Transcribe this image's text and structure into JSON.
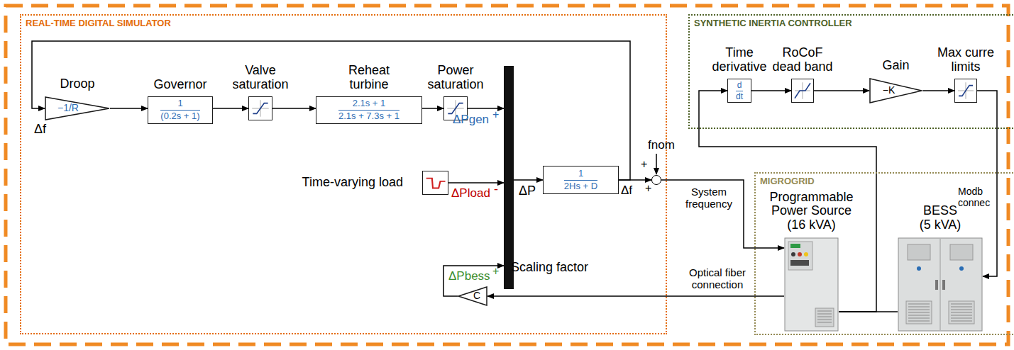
{
  "diagram": {
    "nodes": [
      {
        "text": [
          "REAL-TIME DIGITAL SIMULATOR"
        ]
      },
      {
        "text": [
          "Droop",
          "−1/R"
        ],
        "in": 0
      },
      {
        "text": [
          "Governor",
          "1",
          "(0.2s + 1)"
        ],
        "in": 0
      },
      {
        "text": [
          "Valve saturation"
        ],
        "in": 0
      },
      {
        "text": [
          "Reheat turbine",
          "2.1s + 1",
          "2.1s + 7.3s + 1"
        ],
        "in": 0
      },
      {
        "text": [
          "Power saturation"
        ],
        "in": 0
      },
      {
        "text": [
          "Time-varying load"
        ],
        "in": 0
      },
      {
        "text": [
          "ΔPgen",
          "+",
          "ΔPload",
          "-",
          "ΔPbess",
          "+"
        ],
        "in": 0
      },
      {
        "text": [
          "1",
          "2Hs + D"
        ],
        "in": 0
      },
      {
        "text": [
          "fnom",
          "+",
          "+"
        ],
        "in": 0
      },
      {
        "text": [
          "Scaling factor",
          "C"
        ],
        "in": 0
      },
      {
        "text": [
          "SYNTHETIC INERTIA CONTROLLER"
        ]
      },
      {
        "text": [
          "Time derivative",
          "d",
          "dt"
        ],
        "in": 11
      },
      {
        "text": [
          "RoCoF dead band"
        ],
        "in": 11
      },
      {
        "text": [
          "Gain",
          "−K"
        ],
        "in": 11
      },
      {
        "text": [
          "Max curre limits"
        ],
        "in": 11
      },
      {
        "text": [
          "MIGROGRID"
        ]
      },
      {
        "text": [
          "Programmable Power Source (16 kVA)"
        ],
        "in": 16
      },
      {
        "text": [
          "BESS (5 kVA)"
        ],
        "in": 16
      }
    ],
    "edges": [
      {
        "from": 1,
        "to": 2,
        "arrow": "to"
      },
      {
        "from": 2,
        "to": 3,
        "arrow": "to"
      },
      {
        "from": 3,
        "to": 4,
        "arrow": "to"
      },
      {
        "from": 4,
        "to": 5,
        "arrow": "to"
      },
      {
        "from": 5,
        "to": 7,
        "arrow": "to"
      },
      {
        "from": 6,
        "to": 7,
        "arrow": "to"
      },
      {
        "from": 10,
        "to": 7,
        "arrow": "to"
      },
      {
        "from": 7,
        "to": 8,
        "label": "ΔP",
        "arrow": "to"
      },
      {
        "from": 8,
        "to": 9,
        "label": "Δf",
        "arrow": "to"
      },
      {
        "from": 8,
        "to": 1,
        "arrow": "to"
      },
      {
        "from": 9,
        "to": 17,
        "label": "System frequency",
        "arrow": "to"
      },
      {
        "from": 17,
        "to": 10,
        "label": "Optical fiber connection",
        "arrow": "to"
      },
      {
        "from": 17,
        "to": 18,
        "arrow": "none"
      },
      {
        "from": 17,
        "to": 12,
        "arrow": "to"
      },
      {
        "from": 12,
        "to": 13,
        "arrow": "to"
      },
      {
        "from": 13,
        "to": 14,
        "arrow": "to"
      },
      {
        "from": 14,
        "to": 15,
        "arrow": "to"
      },
      {
        "from": 15,
        "to": 18,
        "arrow": "to"
      }
    ],
    "labels": [
      "Δf",
      "Modb connec"
    ]
  }
}
